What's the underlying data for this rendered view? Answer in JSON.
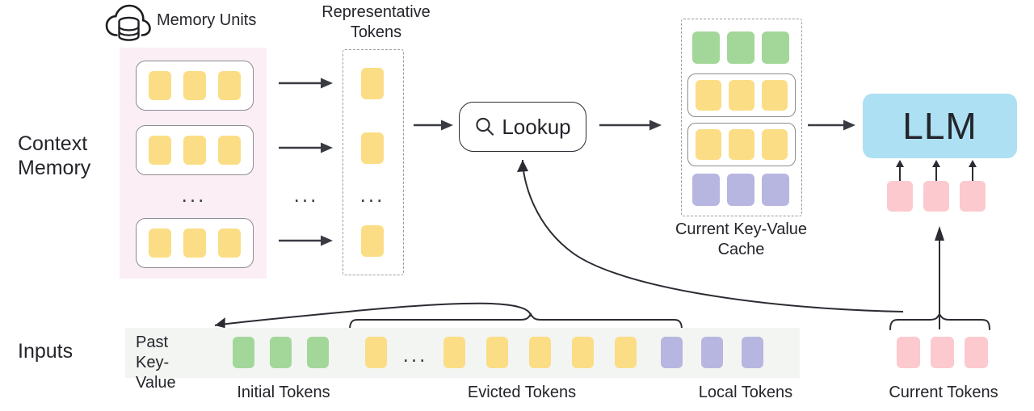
{
  "diagram": {
    "title": "Context Memory LLM KV-cache lookup pipeline",
    "row_labels": {
      "context_memory": "Context\nMemory",
      "inputs": "Inputs"
    },
    "headings": {
      "memory_units": "Memory Units",
      "representative_tokens": "Representative\nTokens",
      "current_kv_cache": "Current Key-Value\nCache"
    },
    "lookup": {
      "label": "Lookup",
      "icon": "search-icon"
    },
    "llm": {
      "label": "LLM"
    },
    "memory_icon": "cloud-database-icon",
    "ellipsis": "...",
    "memory_units": [
      {
        "tokens": [
          "yellow",
          "yellow",
          "yellow"
        ]
      },
      {
        "tokens": [
          "yellow",
          "yellow",
          "yellow"
        ]
      },
      {
        "tokens": [
          "yellow",
          "yellow",
          "yellow"
        ]
      }
    ],
    "representative_tokens": [
      "yellow",
      "yellow",
      "yellow"
    ],
    "kv_cache_rows": [
      {
        "kind": "plain",
        "tokens": [
          "green",
          "green",
          "green"
        ]
      },
      {
        "kind": "grouped",
        "tokens": [
          "yellow",
          "yellow",
          "yellow"
        ]
      },
      {
        "kind": "grouped",
        "tokens": [
          "yellow",
          "yellow",
          "yellow"
        ]
      },
      {
        "kind": "plain",
        "tokens": [
          "purple",
          "purple",
          "purple"
        ]
      }
    ],
    "llm_input_tokens": [
      "pink",
      "pink",
      "pink"
    ],
    "inputs": {
      "past_key_value_label": "Past\nKey-Value",
      "sequence": [
        "green",
        "green",
        "green",
        "yellow",
        "ellipsis",
        "yellow",
        "yellow",
        "yellow",
        "yellow",
        "yellow",
        "purple",
        "purple",
        "purple"
      ],
      "current_tokens": [
        "pink",
        "pink",
        "pink"
      ]
    },
    "bottom_captions": [
      "Initial Tokens",
      "Evicted Tokens",
      "Local Tokens",
      "Current Tokens"
    ],
    "colors": {
      "yellow": "#fbdd85",
      "green": "#a3d79a",
      "purple": "#b7b6e0",
      "pink": "#fbc9ce",
      "llm_blue": "#ade0f2",
      "memory_band": "#fbeef5",
      "input_band": "#f3f5f3",
      "stroke": "#2b2c33",
      "dashed_stroke": "#9a9a9f"
    }
  }
}
